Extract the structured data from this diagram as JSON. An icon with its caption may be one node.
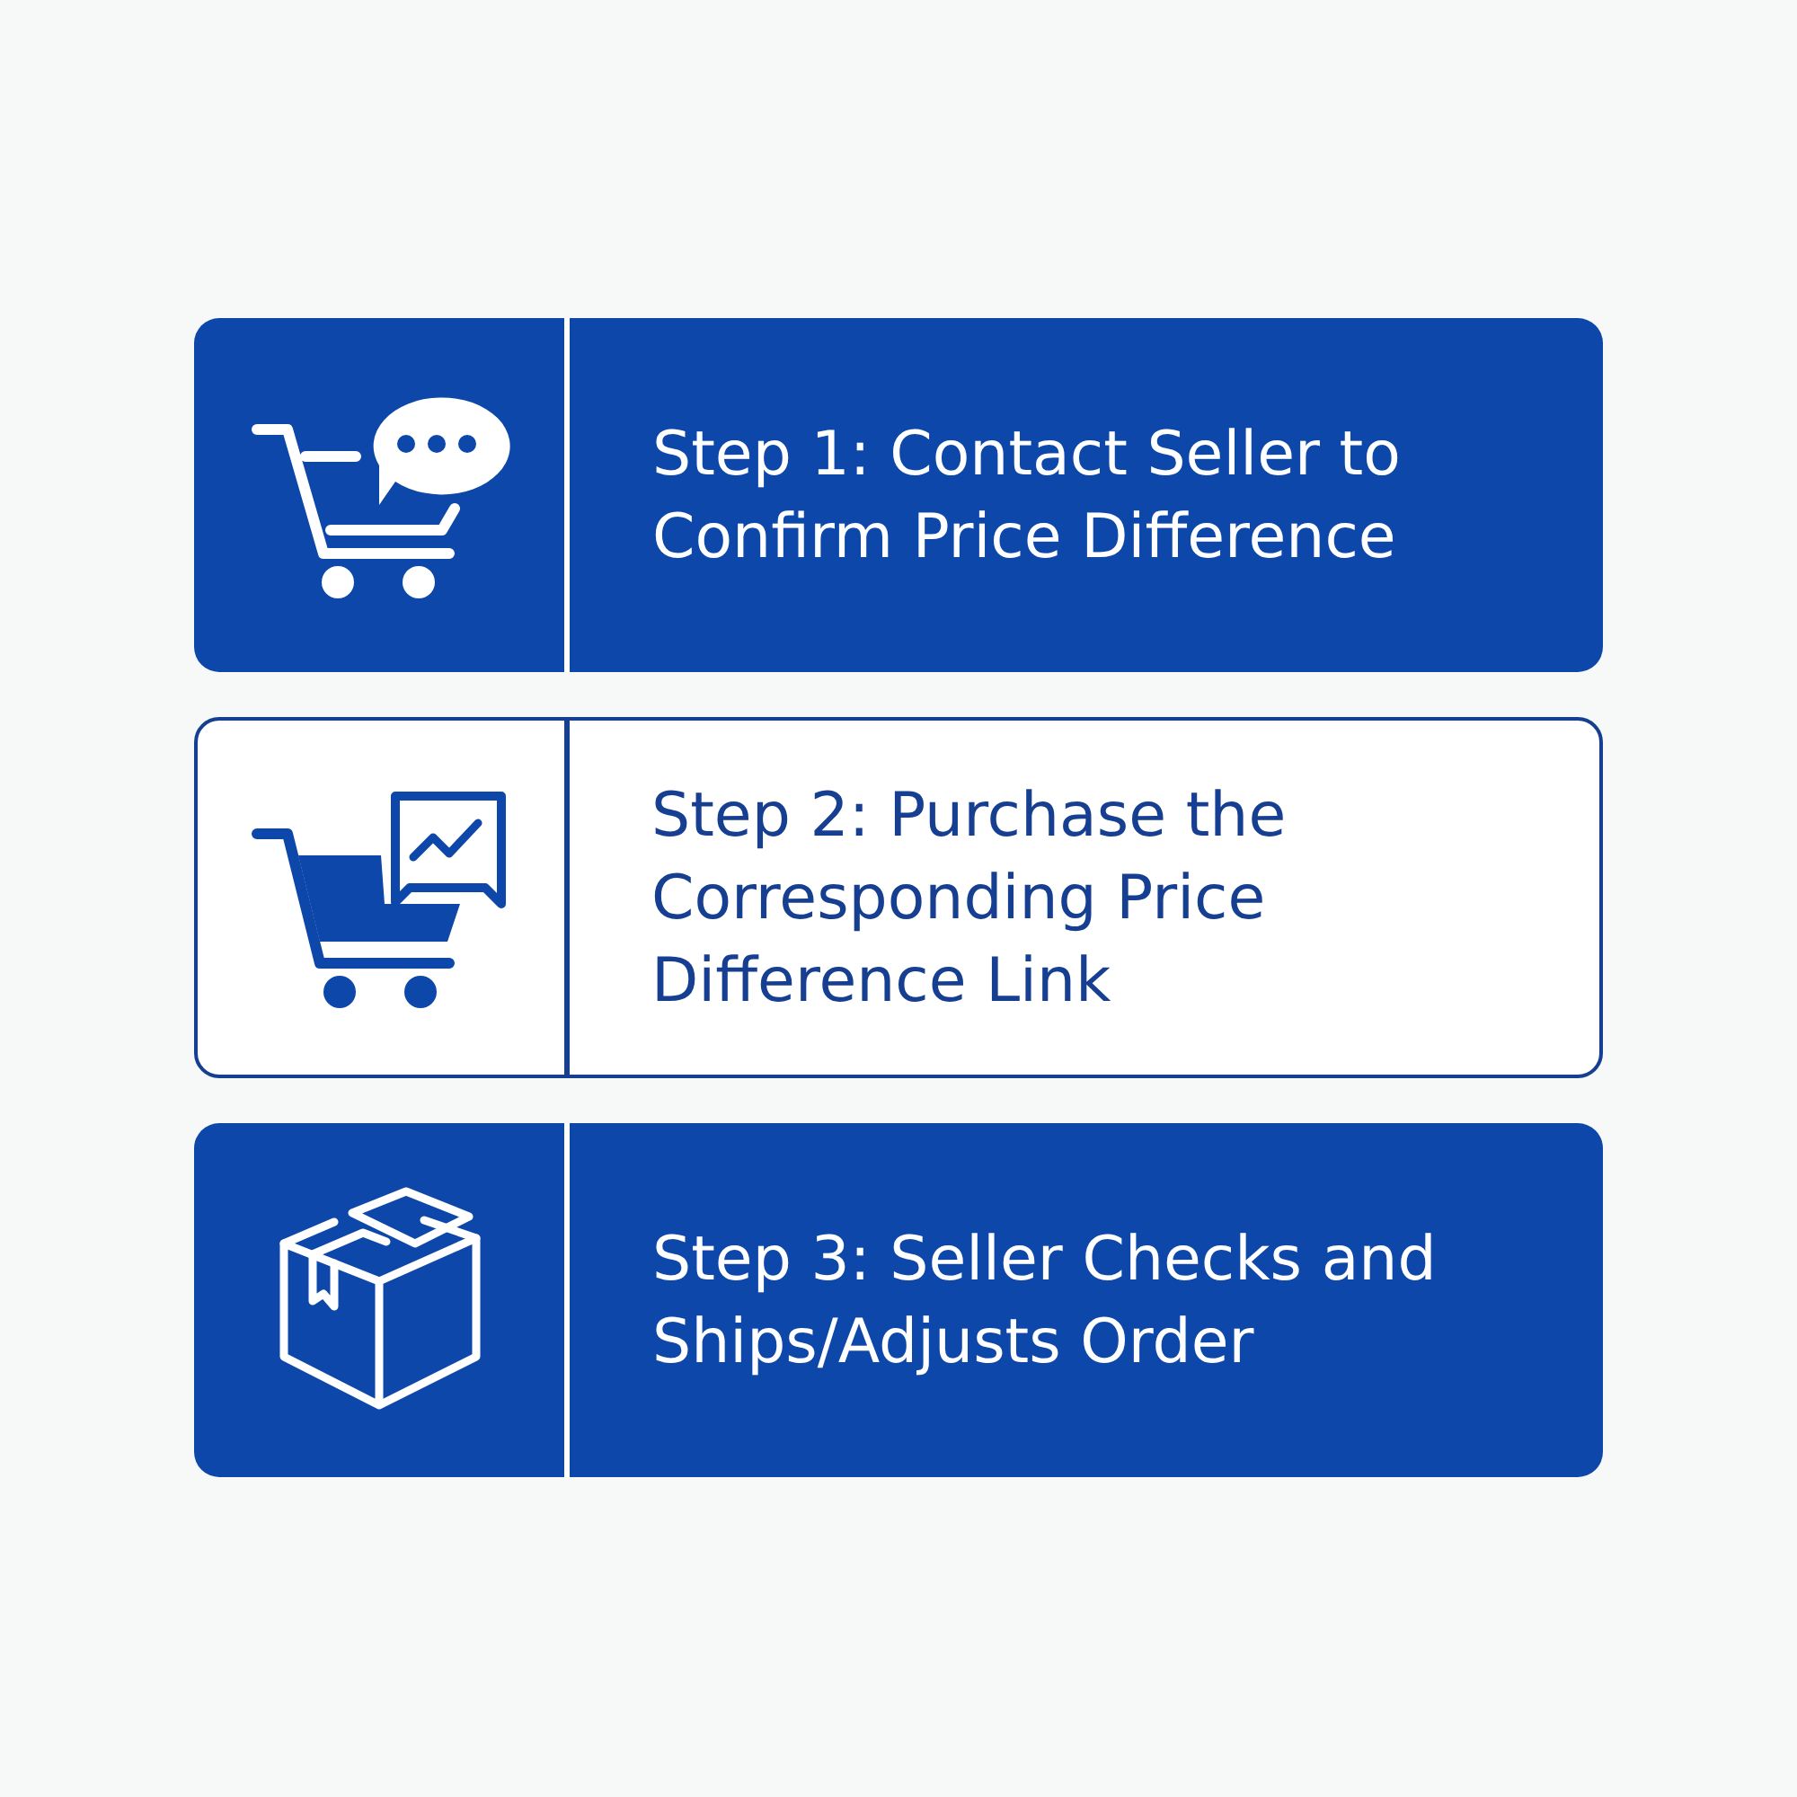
{
  "diagram": {
    "nodes": [
      {
        "text": [
          "Step 1: Contact Seller to Confirm Price Difference"
        ]
      },
      {
        "text": [
          "Step 2: Purchase the Corresponding Price Difference Link"
        ]
      },
      {
        "text": [
          "Step 3: Seller Checks and Ships/Adjusts Order"
        ]
      }
    ]
  }
}
